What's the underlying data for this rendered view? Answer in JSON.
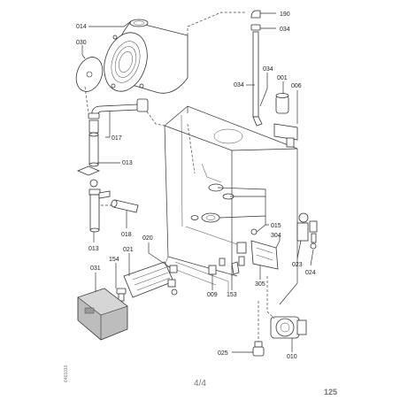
{
  "parts": {
    "p014": "014",
    "p030": "030",
    "p017": "017",
    "p013a": "013",
    "p013b": "013",
    "p018": "018",
    "p190": "190",
    "p034a": "034",
    "p034b": "034",
    "p034c": "034",
    "p001": "001",
    "p006": "006",
    "p015": "015",
    "p304": "304",
    "p020": "020",
    "p021": "021",
    "p154": "154",
    "p031": "031",
    "p009": "009",
    "p153": "153",
    "p305": "305",
    "p023": "023",
    "p024": "024",
    "p010": "010",
    "p025": "025"
  },
  "footer": {
    "sheet": "4/4",
    "page_number": "125",
    "doc_code": "6461010"
  }
}
